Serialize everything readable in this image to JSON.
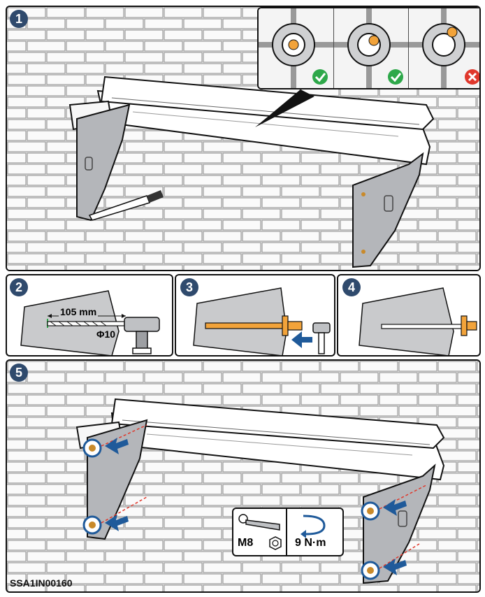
{
  "steps": {
    "s1": "1",
    "s2": "2",
    "s3": "3",
    "s4": "4",
    "s5": "5"
  },
  "drill": {
    "depth_label": "105 mm",
    "diameter_label": "Φ10"
  },
  "torque": {
    "bolt_label": "M8",
    "torque_label": "9 N·m"
  },
  "drawing_code": "SSA1IN00160",
  "colors": {
    "badge": "#2f4a6d",
    "anchor": "#f2a33a",
    "check": "#2ea84a",
    "cross": "#e0382c",
    "arrow": "#1f5a9a",
    "dash": "#e0382c"
  },
  "icons": {
    "ok_1": "check-circle-icon",
    "ok_2": "check-circle-icon",
    "bad": "cross-circle-icon",
    "hammer": "hammer-icon",
    "drill": "drill-icon",
    "wrench": "torque-wrench-icon",
    "nut": "hex-nut-icon",
    "rotate": "rotate-arrow-icon"
  }
}
